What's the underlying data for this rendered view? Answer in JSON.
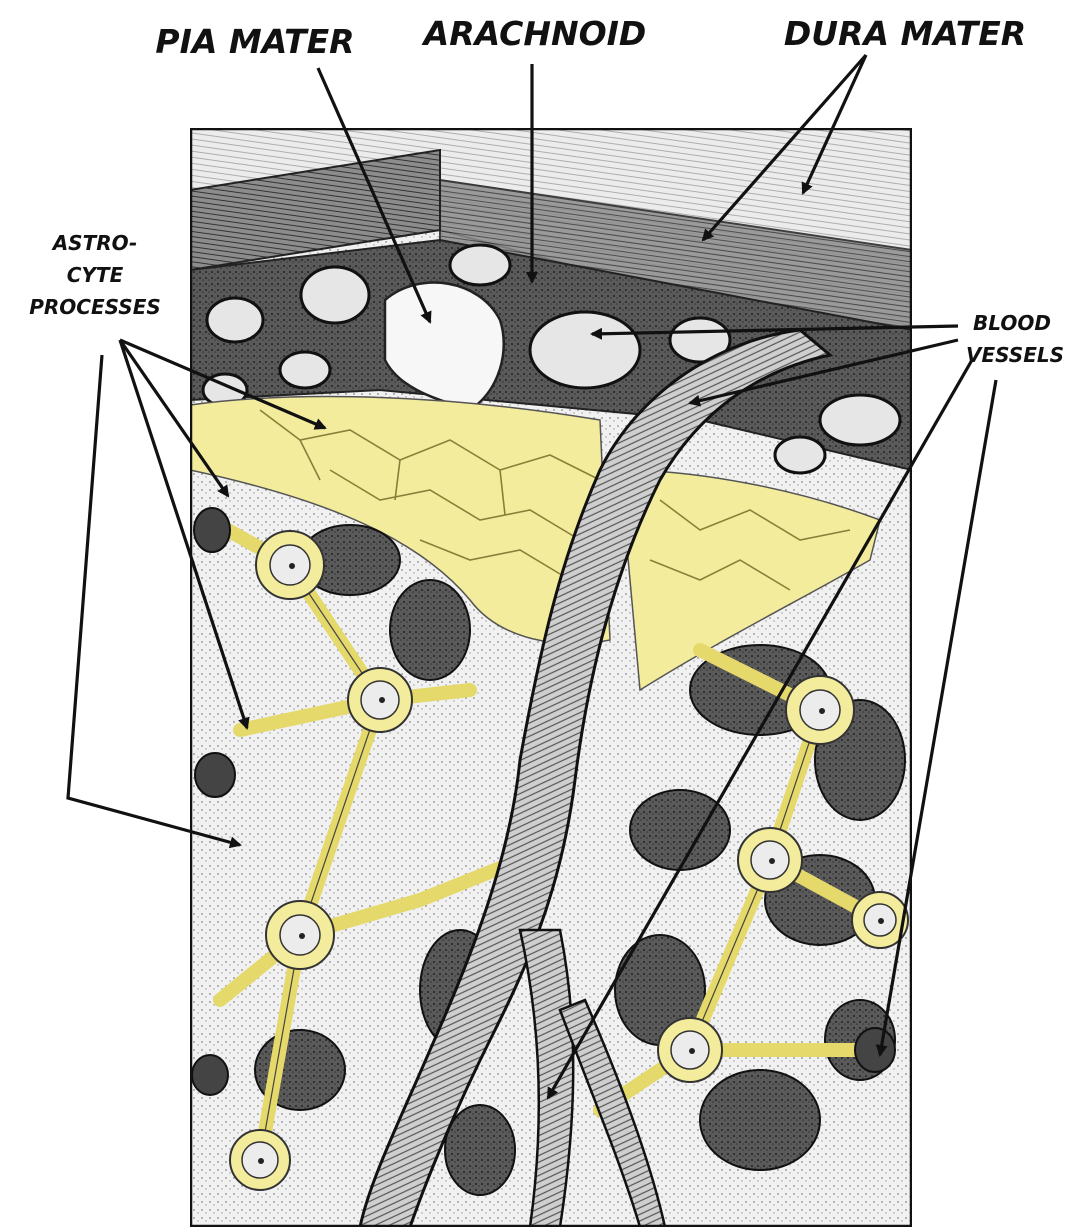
{
  "labels": {
    "pia_mater": "PIA MATER",
    "arachnoid": "ARACHNOID",
    "dura_mater": "DURA MATER",
    "astrocyte_line1": "ASTRO-",
    "astrocyte_line2": "CYTE",
    "astrocyte_line3": "PROCESSES",
    "blood_line1": "BLOOD",
    "blood_line2": "VESSELS"
  },
  "colors": {
    "astrocyte_yellow": "#f3ec9c",
    "ink": "#111111",
    "stipple_gray": "#c9c9c9",
    "dark_cavity": "#3c3c3c",
    "dura_light": "#ececec"
  }
}
